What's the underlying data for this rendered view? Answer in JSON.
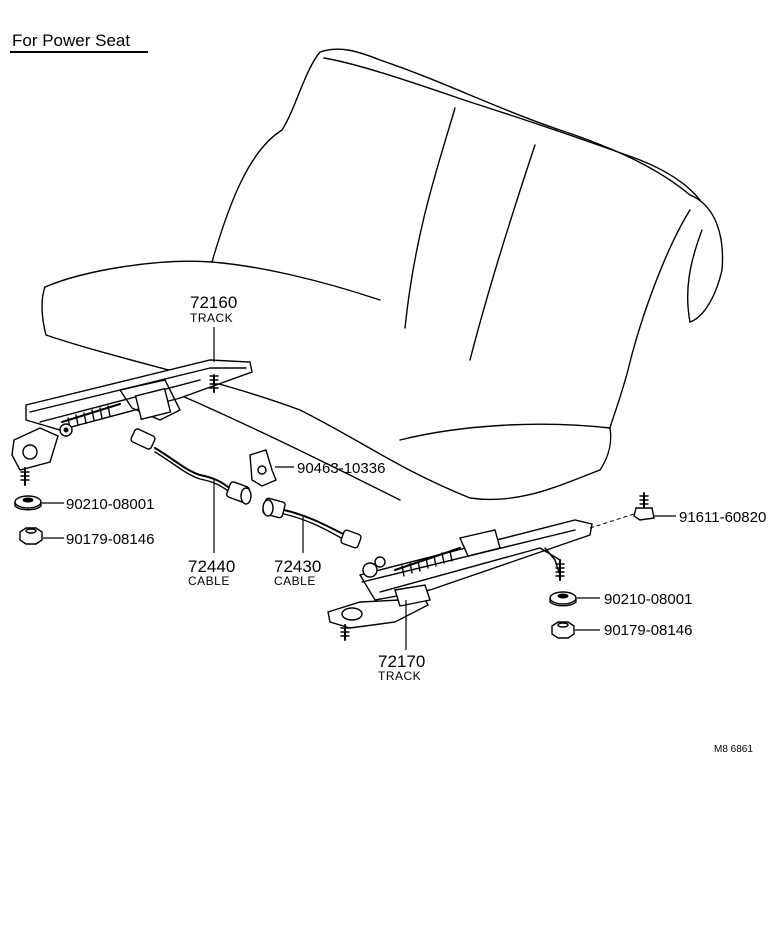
{
  "title": "For Power Seat",
  "footer_code": "M8 6861",
  "parts": [
    {
      "id": "72160",
      "number": "72160",
      "name": "TRACK"
    },
    {
      "id": "72170",
      "number": "72170",
      "name": "TRACK"
    },
    {
      "id": "72440",
      "number": "72440",
      "name": "CABLE"
    },
    {
      "id": "72430",
      "number": "72430",
      "name": "CABLE"
    },
    {
      "id": "90463-10336",
      "number": "90463-10336"
    },
    {
      "id": "90210-08001-left",
      "number": "90210-08001"
    },
    {
      "id": "90179-08146-left",
      "number": "90179-08146"
    },
    {
      "id": "91611-60820",
      "number": "91611-60820"
    },
    {
      "id": "90210-08001-right",
      "number": "90210-08001"
    },
    {
      "id": "90179-08146-right",
      "number": "90179-08146"
    }
  ]
}
